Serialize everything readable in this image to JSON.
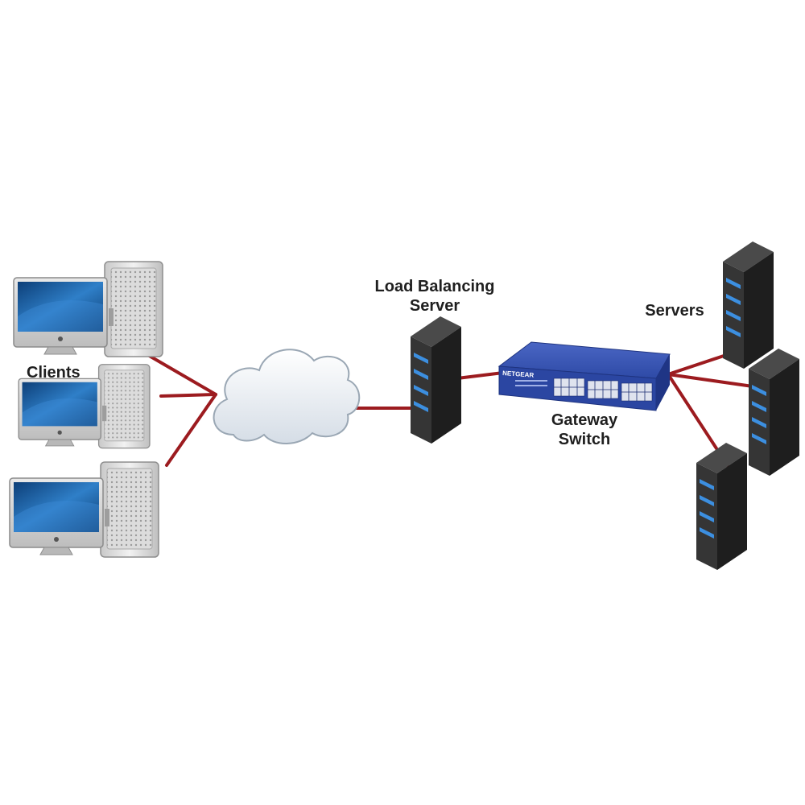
{
  "labels": {
    "clients": "Clients",
    "load_balancer_line1": "Load Balancing",
    "load_balancer_line2": "Server",
    "gateway_line1": "Gateway",
    "gateway_line2": "Switch",
    "servers": "Servers",
    "switch_brand": "NETGEAR"
  },
  "nodes": [
    {
      "id": "client-1",
      "kind": "client"
    },
    {
      "id": "client-2",
      "kind": "client"
    },
    {
      "id": "client-3",
      "kind": "client"
    },
    {
      "id": "internet",
      "kind": "cloud"
    },
    {
      "id": "load-balancer",
      "kind": "server"
    },
    {
      "id": "gateway",
      "kind": "switch"
    },
    {
      "id": "server-1",
      "kind": "server"
    },
    {
      "id": "server-2",
      "kind": "server"
    },
    {
      "id": "server-3",
      "kind": "server"
    }
  ],
  "edges": [
    {
      "from": "client-1",
      "to": "internet"
    },
    {
      "from": "client-2",
      "to": "internet"
    },
    {
      "from": "client-3",
      "to": "internet"
    },
    {
      "from": "internet",
      "to": "load-balancer"
    },
    {
      "from": "load-balancer",
      "to": "gateway"
    },
    {
      "from": "gateway",
      "to": "server-1"
    },
    {
      "from": "gateway",
      "to": "server-2"
    },
    {
      "from": "gateway",
      "to": "server-3"
    }
  ],
  "colors": {
    "link": "#9c1b1f",
    "server_body": "#2b2b2b",
    "server_led": "#3c8fe0",
    "switch_body": "#2d4aa8",
    "monitor_screen": "#1a5d9e",
    "cloud_fill": "#eef2f6"
  }
}
